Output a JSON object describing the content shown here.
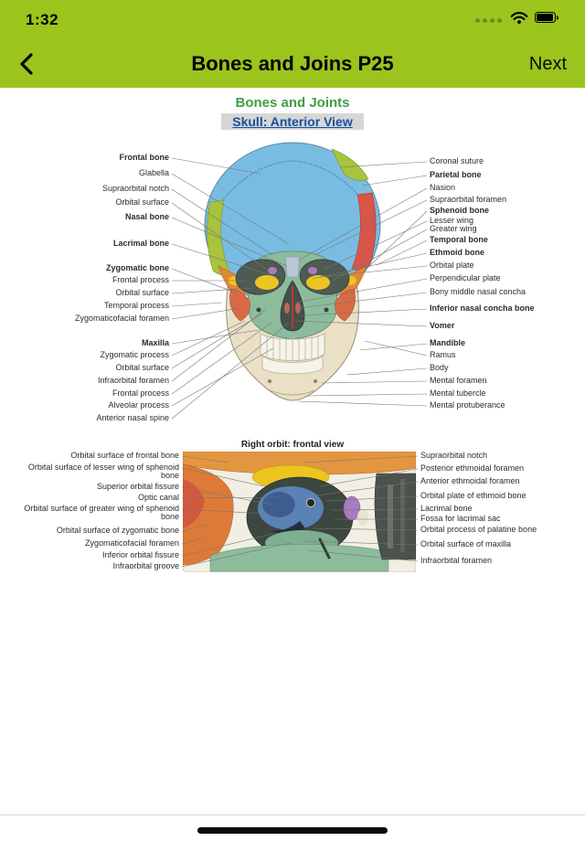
{
  "status_bar": {
    "time": "1:32",
    "icons": [
      "cellular-dots-icon",
      "wifi-icon",
      "battery-icon"
    ]
  },
  "nav": {
    "title": "Bones and Joins P25",
    "next_label": "Next"
  },
  "content": {
    "heading": "Bones and Joints",
    "subheading": "Skull: Anterior View",
    "diagram1": {
      "left_labels": [
        "Frontal bone",
        "Glabella",
        "Supraorbital notch",
        "Orbital surface",
        "Nasal bone",
        "Lacrimal bone",
        "Zygomatic bone",
        "Frontal process",
        "Orbital surface",
        "Temporal process",
        "Zygomaticofacial foramen",
        "Maxilla",
        "Zygomatic process",
        "Orbital surface",
        "Infraorbital foramen",
        "Frontal process",
        "Alveolar process",
        "Anterior nasal spine"
      ],
      "right_labels": [
        "Coronal suture",
        "Parietal bone",
        "Nasion",
        "Supraorbital foramen",
        "Sphenoid bone",
        "Lesser wing",
        "Greater wing",
        "Temporal bone",
        "Ethmoid bone",
        "Orbital plate",
        "Perpendicular plate",
        "Bony middle nasal concha",
        "Inferior nasal concha bone",
        "Vomer",
        "Mandible",
        "Ramus",
        "Body",
        "Mental foramen",
        "Mental tubercle",
        "Mental protuberance"
      ]
    },
    "diagram2": {
      "title": "Right orbit: frontal view",
      "left_labels": [
        "Orbital surface of frontal bone",
        "Orbital surface of lesser wing of sphenoid bone",
        "Superior orbital fissure",
        "Optic canal",
        "Orbital surface of greater wing of sphenoid bone",
        "Orbital surface of zygomatic bone",
        "Zygomaticofacial foramen",
        "Inferior orbital fissure",
        "Infraorbital groove"
      ],
      "right_labels": [
        "Supraorbital notch",
        "Posterior ethmoidal foramen",
        "Anterior ethmoidal foramen",
        "Orbital plate of ethmoid bone",
        "Lacrimal bone",
        "Fossa for lacrimal sac",
        "Orbital process of palatine bone",
        "Orbital surface of maxilla",
        "Infraorbital foramen"
      ]
    }
  },
  "colors": {
    "header_green": "#9bc41d",
    "heading_green": "#3f9e43",
    "subheading_blue": "#1b4f9e",
    "cranium_blue": "#79bce2",
    "bone_green": "#a6c43c",
    "bone_red": "#d95548",
    "bone_orange": "#e2863b",
    "bone_yellow": "#ecc520",
    "bone_teal": "#8cbc9c",
    "bone_purple": "#a87cc0"
  }
}
